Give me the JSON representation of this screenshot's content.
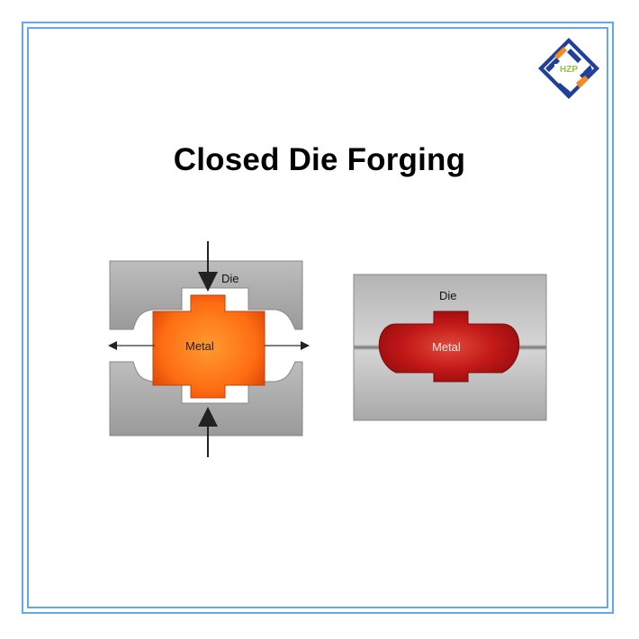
{
  "title": "Closed Die Forging",
  "logo": {
    "text": "HZP",
    "colors": {
      "blue": "#1f3f9a",
      "orange": "#f28c1c",
      "green": "#8cc63f"
    }
  },
  "left_figure": {
    "die_label": "Die",
    "metal_label": "Metal"
  },
  "right_figure": {
    "die_label": "Die",
    "metal_label": "Metal"
  },
  "colors": {
    "frame": "#64a8e6",
    "die": "#a9a9a9",
    "metal_hot": "#ff7a1a",
    "metal_dark": "#b31212"
  }
}
